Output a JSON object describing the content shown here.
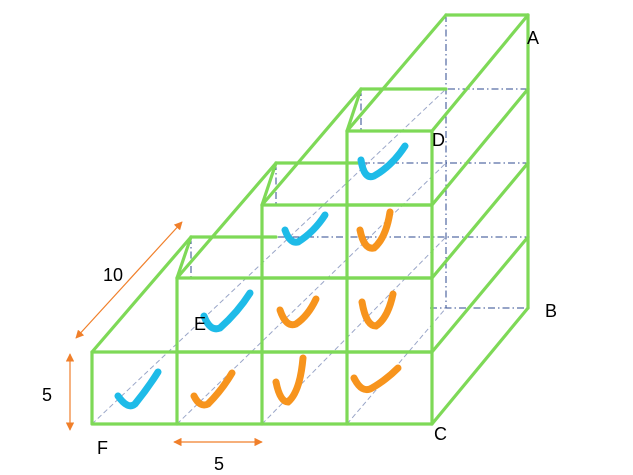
{
  "labels": {
    "A": "A",
    "B": "B",
    "C": "C",
    "D": "D",
    "E": "E",
    "F": "F"
  },
  "dimensions": {
    "depth": "10",
    "height": "5",
    "width": "5"
  },
  "colors": {
    "edge": "#7ed957",
    "hidden": "#2e4a8f",
    "dimension": "#f07f2a",
    "check_blue": "#1ebbe8",
    "check_orange": "#f7941d"
  },
  "checks": {
    "front_row": [
      "blue",
      "orange",
      "orange",
      "orange"
    ],
    "second_row": [
      "blue",
      "orange",
      "orange"
    ],
    "third_row": [
      "blue",
      "orange"
    ],
    "top_row": [
      "blue"
    ]
  }
}
